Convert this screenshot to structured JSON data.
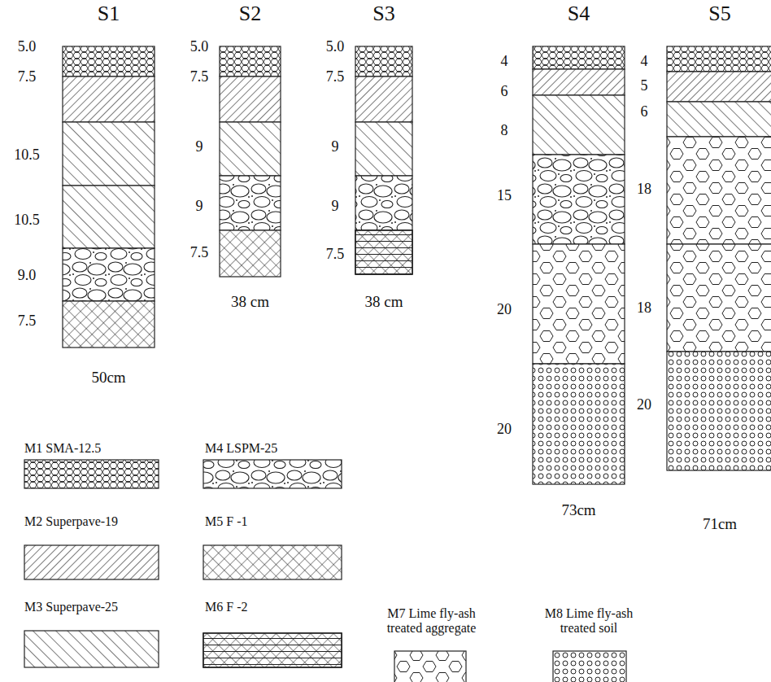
{
  "diagram": {
    "nodes": [
      {
        "text": [
          "S1",
          "50cm"
        ]
      },
      {
        "text": [
          "S2",
          "38 cm"
        ]
      },
      {
        "text": [
          "S3",
          "38 cm"
        ]
      },
      {
        "text": [
          "S4",
          "73cm"
        ]
      },
      {
        "text": [
          "S5",
          "71cm"
        ]
      }
    ],
    "labels": [
      "5.0",
      "7.5",
      "10.5",
      "10.5",
      "9.0",
      "7.5",
      "5.0",
      "7.5",
      "9",
      "9",
      "7.5",
      "5.0",
      "7.5",
      "9",
      "9",
      "7.5",
      "4",
      "6",
      "8",
      "15",
      "20",
      "20",
      "4",
      "5",
      "6",
      "18",
      "18",
      "20"
    ],
    "legend": [
      {
        "text": "M1 SMA-12.5"
      },
      {
        "text": "M4 LSPM-25"
      },
      {
        "text": "M2 Superpave-19"
      },
      {
        "text": "M5 F -1"
      },
      {
        "text": "M3 Superpave-25"
      },
      {
        "text": "M6 F -2"
      },
      {
        "text": "M7 Lime fly-ash treated aggregate"
      },
      {
        "text": "M8 Lime fly-ash treated soil"
      }
    ]
  }
}
